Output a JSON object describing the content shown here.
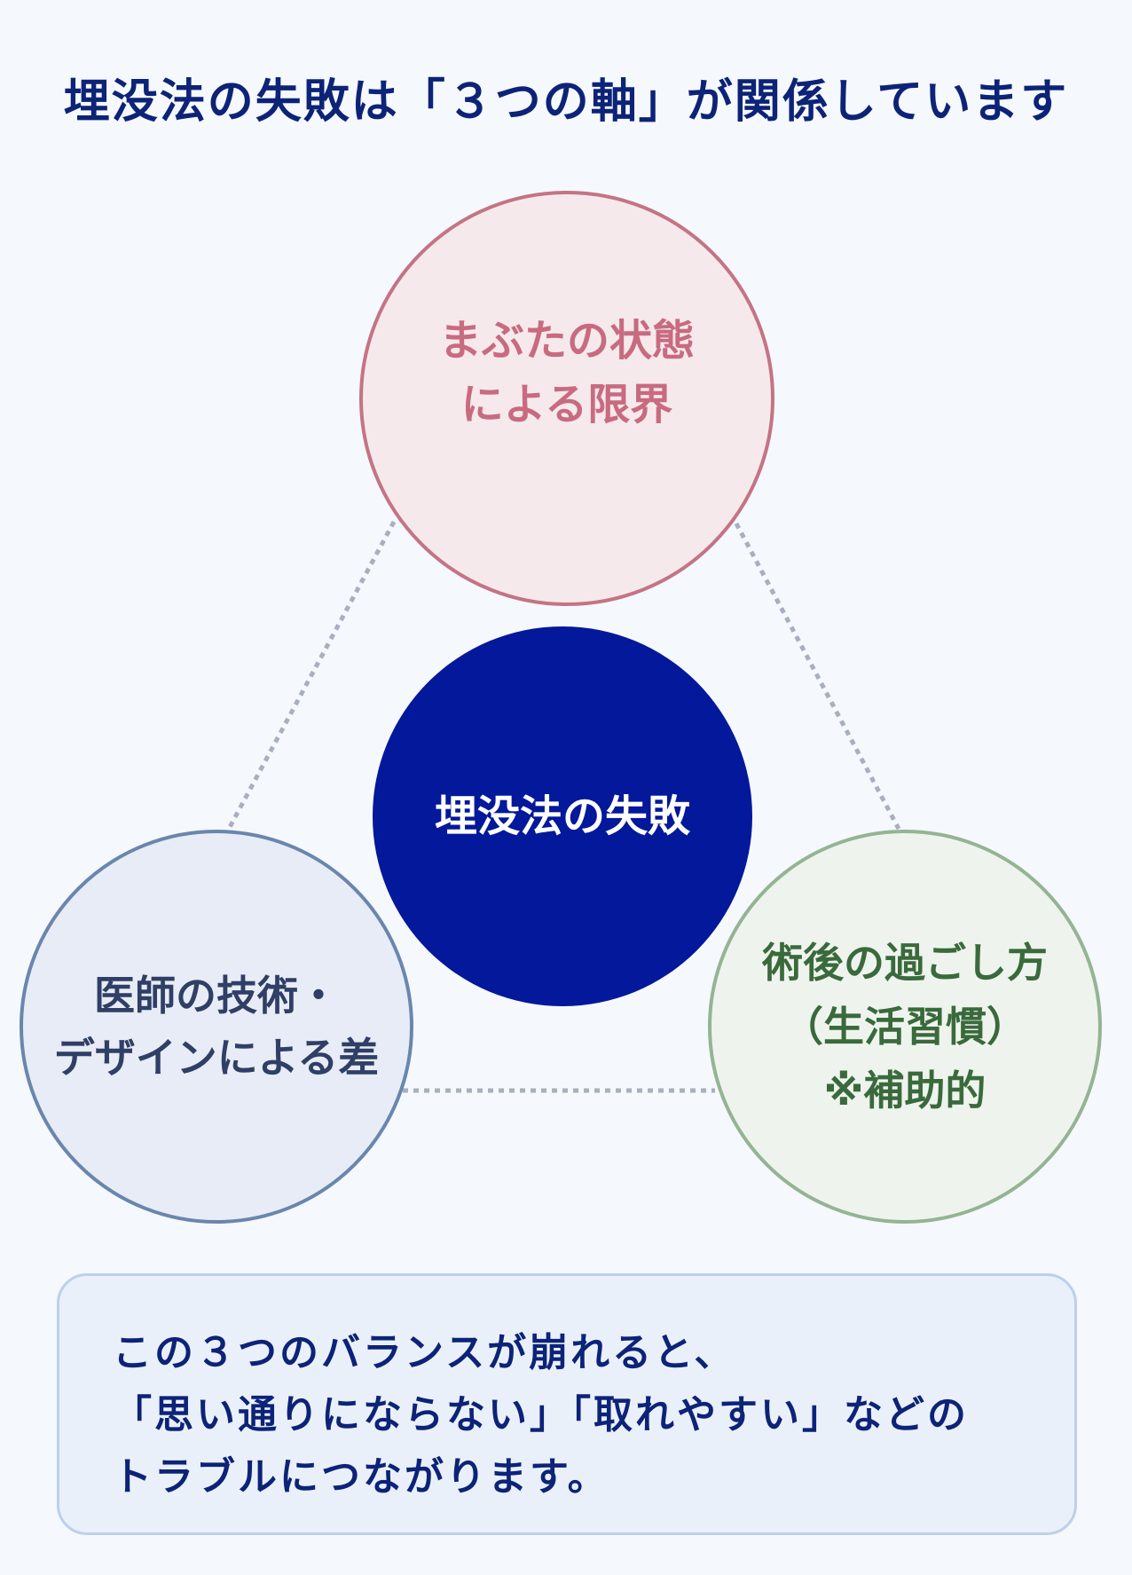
{
  "title": "埋没法の失敗は「３つの軸」が関係しています",
  "nodes": {
    "top": {
      "lines": [
        "まぶたの状態",
        "による限界"
      ],
      "fill": "#f6e9ec",
      "border": "#c47484",
      "text_color": "#c86b80"
    },
    "center": {
      "lines": [
        "埋没法の失敗"
      ],
      "fill": "#03189a",
      "text_color": "#ffffff"
    },
    "left": {
      "lines": [
        "医師の技術・",
        "デザインによる差"
      ],
      "fill": "#e8ecf6",
      "border": "#6a86ad",
      "text_color": "#2f3f66"
    },
    "right": {
      "lines": [
        "術後の過ごし方",
        "（生活習慣）",
        "※補助的"
      ],
      "fill": "#eef4ed",
      "border": "#94b493",
      "text_color": "#3a6a3c"
    }
  },
  "connector_color": "#a7afc0",
  "note": {
    "lines": [
      "この３つのバランスが崩れると、",
      "「思い通りにならない」「取れやすい」などの",
      "トラブルにつながります。"
    ]
  }
}
